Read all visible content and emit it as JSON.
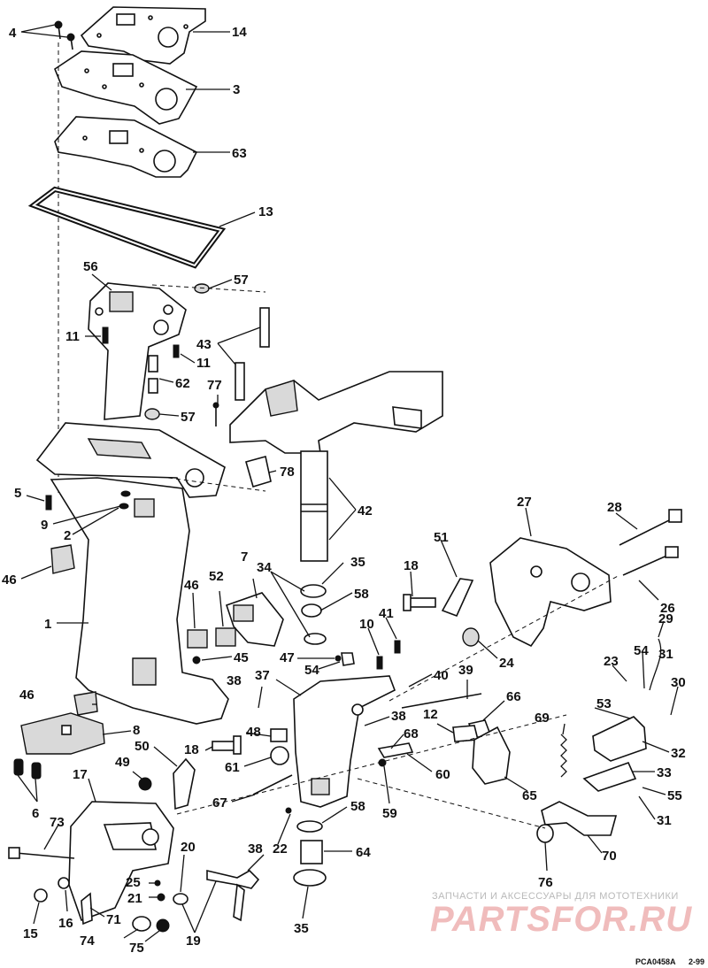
{
  "callouts": {
    "c4": "4",
    "c14": "14",
    "c3": "3",
    "c63": "63",
    "c13": "13",
    "c56": "56",
    "c57a": "57",
    "c11a": "11",
    "c11b": "11",
    "c43": "43",
    "c62": "62",
    "c77": "77",
    "c57b": "57",
    "c78": "78",
    "c5": "5",
    "c9": "9",
    "c2": "2",
    "c42": "42",
    "c46a": "46",
    "c1": "1",
    "c7": "7",
    "c34": "34",
    "c35a": "35",
    "c52": "52",
    "c46b": "46",
    "c58a": "58",
    "c45": "45",
    "c47": "47",
    "c54a": "54",
    "c18a": "18",
    "c41": "41",
    "c10": "10",
    "c51": "51",
    "c27": "27",
    "c28": "28",
    "c26": "26",
    "c24": "24",
    "c29": "29",
    "c23": "23",
    "c54b": "54",
    "c31a": "31",
    "c30": "30",
    "c40": "40",
    "c39": "39",
    "c66": "66",
    "c38a": "38",
    "c37": "37",
    "c38b": "38",
    "c12": "12",
    "c68": "68",
    "c53": "53",
    "c69": "69",
    "c32": "32",
    "c33": "33",
    "c55": "55",
    "c31b": "31",
    "c46c": "46",
    "c8": "8",
    "c48": "48",
    "c50": "50",
    "c18b": "18",
    "c61": "61",
    "c60": "60",
    "c49": "49",
    "c6": "6",
    "c65": "65",
    "c17": "17",
    "c67": "67",
    "c59": "59",
    "c58b": "58",
    "c73": "73",
    "c70": "70",
    "c38c": "38",
    "c22": "22",
    "c64": "64",
    "c20": "20",
    "c25": "25",
    "c21": "21",
    "c76": "76",
    "c15": "15",
    "c16": "16",
    "c71": "71",
    "c19": "19",
    "c35b": "35",
    "c74": "74",
    "c75": "75"
  },
  "watermark": {
    "tagline": "ЗАПЧАСТИ И АКСЕССУАРЫ ДЛЯ МОТОТЕХНИКИ",
    "logo": "PARTSFOR.RU"
  },
  "footer": {
    "drawing_code": "PCA0458A",
    "date": "2-99"
  }
}
